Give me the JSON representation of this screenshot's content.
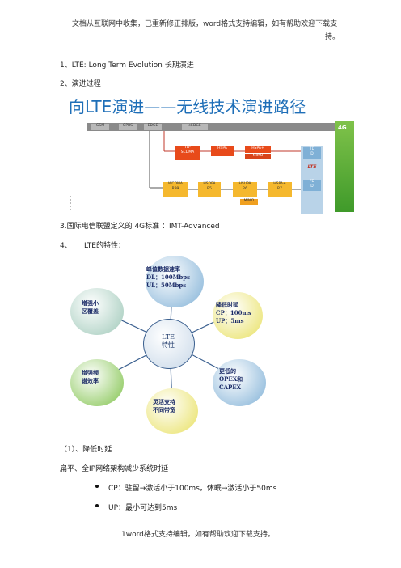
{
  "header": {
    "line1": "文档从互联网中收集，已重新修正排版，word格式支持编辑，如有帮助欢迎下载支",
    "line2": "持。"
  },
  "items": {
    "item1": "1、LTE:   Long Term Evolution 长期演进",
    "item2": "2、演进过程",
    "item3": "3.国际电信联盟定义的 4G标准  ：IMT-Advanced",
    "item4_num": "4、",
    "item4_text": "LTE的特性："
  },
  "diagram": {
    "title": "向LTE演进——无线技术演进路径",
    "row1": [
      "GSM",
      "GPRS",
      "EDGE",
      "eEDGE"
    ],
    "tdscdma": "TD-\nSCDMA",
    "hspa": "HSPA",
    "hspa_plus": "HSPA+",
    "mimo1": "MIMO",
    "wcdma": "WCDMA\nR99",
    "hsdpa": "HSDPA\nR5",
    "hsupa": "HSUPA\nR6",
    "hspa_plus_r7": "HSPA+\nR7",
    "mimo2": "MIMO",
    "tdd": "TD\nD",
    "lte": "LTE",
    "fdd": "FD\nD",
    "fourg": "4G"
  },
  "features": {
    "center": "LTE\n特性",
    "top": "峰值数据速率\nDL：100Mbps\nUL：50Mbps",
    "right_top": "降低时延\nCP：100ms\nUP：5ms",
    "right_bottom": "更低的\nOPEX和\nCAPEX",
    "bottom": "灵活支持\n不同带宽",
    "left_bottom": "增强频\n谱效率",
    "left_top": "增强小\n区覆盖"
  },
  "section": {
    "sub1": "（1）、降低时延",
    "desc": "扁平、全IP网络架构减少系统时延",
    "bullet1": "CP：驻留→激活小于100ms，休眠→激活小于50ms",
    "bullet2": "UP：最小可达到5ms"
  },
  "footer": "1word格式支持编辑，如有帮助欢迎下载支持。"
}
